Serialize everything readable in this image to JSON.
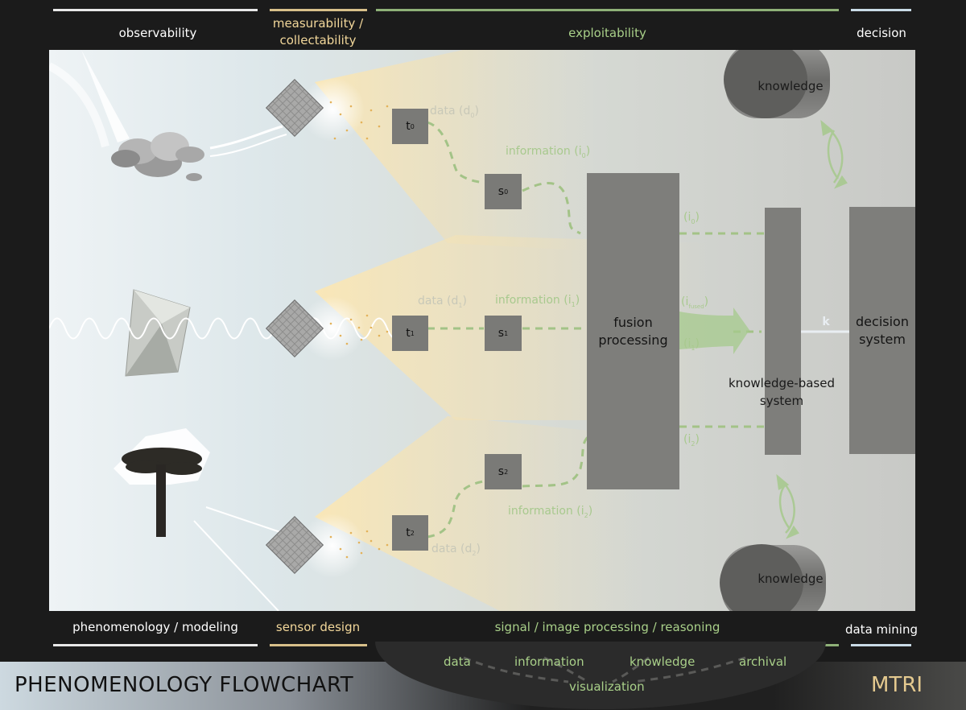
{
  "top_stages": [
    "observability",
    "measurability /",
    "collectability",
    "exploitability",
    "decision"
  ],
  "bottom_stages": [
    "phenomenology / modeling",
    "sensor design",
    "signal / image processing / reasoning",
    "data mining"
  ],
  "boxes": {
    "t0": "t",
    "t0_sub": "0",
    "t1": "t",
    "t1_sub": "1",
    "t2": "t",
    "t2_sub": "2",
    "s0": "s",
    "s0_sub": "0",
    "s1": "s",
    "s1_sub": "1",
    "s2": "s",
    "s2_sub": "2"
  },
  "flow_labels": {
    "data0": "data (d",
    "data0_sub": "0",
    "data1": "data (d",
    "data1_sub": "1",
    "data2": "data (d",
    "data2_sub": "2",
    "info0": "information (i",
    "info0_sub": "0",
    "info1": "information (i",
    "info1_sub": "1",
    "info2": "information (i",
    "info2_sub": "2",
    "i0": "(i",
    "i0_sub": "0",
    "i1": "(i",
    "i1_sub": "1",
    "i2": "(i",
    "i2_sub": "2",
    "ifused": "(i",
    "ifused_sub": "fused",
    "close": ")",
    "k": "k"
  },
  "fusion": [
    "fusion",
    "processing"
  ],
  "kbs": [
    "knowledge-based",
    "system"
  ],
  "decision_system": [
    "decision",
    "system"
  ],
  "knowledge_top": "knowledge",
  "knowledge_bottom": "knowledge",
  "oval_items": [
    "data",
    "information",
    "knowledge",
    "archival",
    "visualization"
  ],
  "footer_title": "PHENOMENOLOGY FLOWCHART",
  "footer_brand": "MTRI"
}
